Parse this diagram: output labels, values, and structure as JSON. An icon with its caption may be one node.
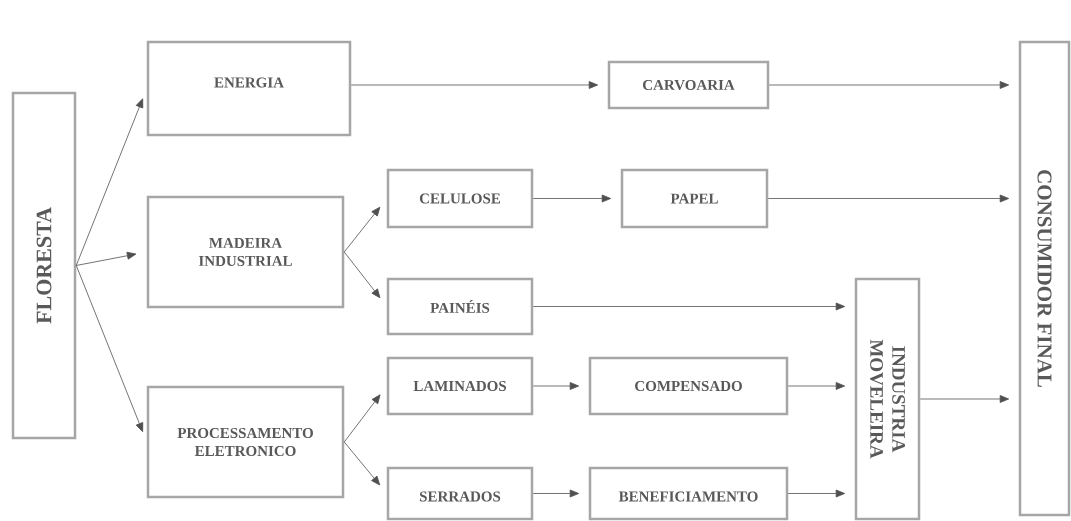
{
  "diagram": {
    "nodes": [
      {
        "text": [
          "FLORESTA"
        ]
      },
      {
        "text": [
          "ENERGIA"
        ]
      },
      {
        "text": [
          "MADEIRA INDUSTRIAL"
        ]
      },
      {
        "text": [
          "PROCESSAMENTO ELETRONICO"
        ]
      },
      {
        "text": [
          "CELULOSE"
        ]
      },
      {
        "text": [
          "PAINÉIS"
        ]
      },
      {
        "text": [
          "LAMINADOS"
        ]
      },
      {
        "text": [
          "SERRADOS"
        ]
      },
      {
        "text": [
          "CARVOARIA"
        ]
      },
      {
        "text": [
          "PAPEL"
        ]
      },
      {
        "text": [
          "COMPENSADO"
        ]
      },
      {
        "text": [
          "BENEFICIAMENTO"
        ]
      },
      {
        "text": [
          "INDUSTRIA MOVELEIRA"
        ]
      },
      {
        "text": [
          "CONSUMIDOR FINAL"
        ]
      }
    ],
    "edges": [
      {
        "from": 0,
        "to": 1,
        "arrow": "to"
      },
      {
        "from": 0,
        "to": 2,
        "arrow": "to"
      },
      {
        "from": 0,
        "to": 3,
        "arrow": "to"
      },
      {
        "from": 1,
        "to": 8,
        "arrow": "to"
      },
      {
        "from": 8,
        "to": 13,
        "arrow": "to"
      },
      {
        "from": 2,
        "to": 4,
        "arrow": "to"
      },
      {
        "from": 2,
        "to": 5,
        "arrow": "to"
      },
      {
        "from": 4,
        "to": 9,
        "arrow": "to"
      },
      {
        "from": 9,
        "to": 13,
        "arrow": "to"
      },
      {
        "from": 5,
        "to": 12,
        "arrow": "to"
      },
      {
        "from": 3,
        "to": 6,
        "arrow": "to"
      },
      {
        "from": 3,
        "to": 7,
        "arrow": "to"
      },
      {
        "from": 6,
        "to": 10,
        "arrow": "to"
      },
      {
        "from": 7,
        "to": 11,
        "arrow": "to"
      },
      {
        "from": 10,
        "to": 12,
        "arrow": "to"
      },
      {
        "from": 11,
        "to": 12,
        "arrow": "to"
      },
      {
        "from": 12,
        "to": 13,
        "arrow": "to"
      }
    ]
  }
}
